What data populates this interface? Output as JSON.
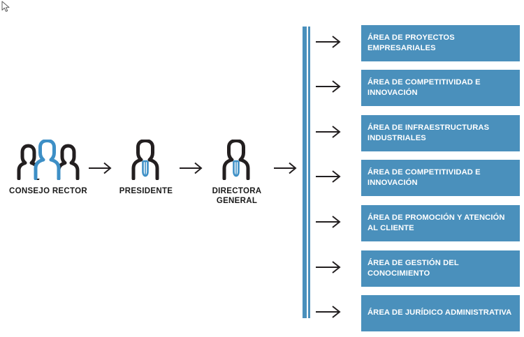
{
  "diagram": {
    "type": "organizational-chart",
    "colors": {
      "accent_blue": "#4a90bc",
      "icon_dark": "#231f20",
      "icon_blue": "#3d8fc6",
      "box_fill": "#4a90bc",
      "box_text": "#ffffff",
      "label_text": "#1a1a1a",
      "arrow": "#231f20",
      "background": "#ffffff"
    },
    "hierarchy": [
      {
        "id": "consejo-rector",
        "label": "CONSEJO RECTOR",
        "icon": "three-people-icon"
      },
      {
        "id": "presidente",
        "label": "PRESIDENTE",
        "icon": "person-tie-icon"
      },
      {
        "id": "directora-general",
        "label": "DIRECTORA\nGENERAL",
        "icon": "person-tie-icon"
      }
    ],
    "chain_arrows": [
      {
        "id": "arrow-consejo-to-presidente",
        "icon": "arrow-right-icon"
      },
      {
        "id": "arrow-presidente-to-directora",
        "icon": "arrow-right-icon"
      },
      {
        "id": "arrow-directora-to-spine",
        "icon": "arrow-right-icon"
      }
    ],
    "spine": {
      "id": "vertical-connector",
      "name": "spine-bar"
    },
    "areas": [
      {
        "id": "area-proyectos-empresariales",
        "label": "ÁREA DE PROYECTOS EMPRESARIALES"
      },
      {
        "id": "area-competitividad-innovacion-1",
        "label": "ÁREA DE COMPETITIVIDAD E INNOVACIÓN"
      },
      {
        "id": "area-infraestructuras-industriales",
        "label": "ÁREA DE INFRAESTRUCTURAS INDUSTRIALES"
      },
      {
        "id": "area-competitividad-innovacion-2",
        "label": "ÁREA DE COMPETITIVIDAD E INNOVACIÓN"
      },
      {
        "id": "area-promocion-atencion-cliente",
        "label": "ÁREA DE PROMOCIÓN Y ATENCIÓN AL CLIENTE"
      },
      {
        "id": "area-gestion-conocimiento",
        "label": "ÁREA DE GESTIÓN DEL CONOCIMIENTO"
      },
      {
        "id": "area-juridico-administrativa",
        "label": "ÁREA DE JURÍDICO ADMINISTRATIVA"
      }
    ],
    "cursor": {
      "icon": "mouse-pointer-icon"
    }
  }
}
